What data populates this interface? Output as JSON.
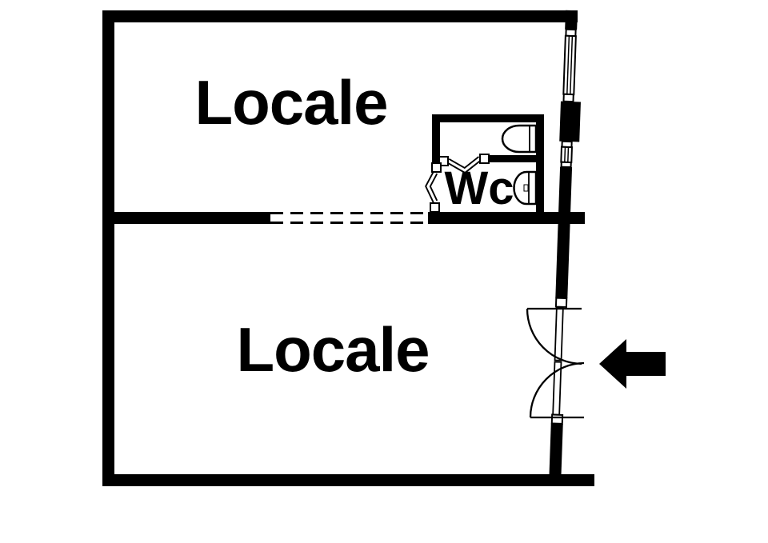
{
  "page": {
    "background_color": "#ffffff"
  },
  "floorplan": {
    "type": "floor-plan-diagram",
    "rooms": [
      {
        "name": "room-top",
        "label": "Locale"
      },
      {
        "name": "room-bottom",
        "label": "Locale"
      },
      {
        "name": "wc",
        "label": "Wc"
      }
    ],
    "symbols": {
      "entrance_arrow": {
        "name": "entrance-arrow-icon",
        "direction": "left"
      },
      "double_door": {
        "name": "double-entry-door",
        "location": "right-wall"
      },
      "windows": [
        {
          "name": "window-large",
          "location": "right-wall-top"
        },
        {
          "name": "window-small",
          "location": "right-wall-middle"
        }
      ],
      "wall_opening": {
        "name": "dashed-wall-opening",
        "style": "dashed"
      },
      "folding_doors": [
        {
          "name": "wc-folding-door-left"
        },
        {
          "name": "wc-folding-door-inner"
        }
      ],
      "fixtures": [
        {
          "name": "bidet"
        },
        {
          "name": "toilet"
        }
      ]
    },
    "colors": {
      "wall": "#000000",
      "background": "#ffffff"
    }
  }
}
